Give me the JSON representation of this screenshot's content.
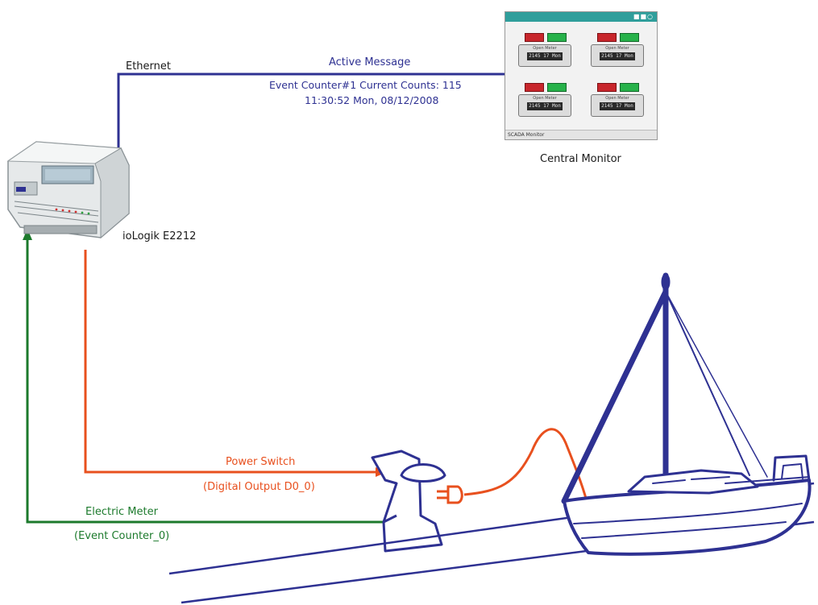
{
  "labels": {
    "active_message": "Active Message",
    "event_counter": "Event Counter#1 Current Counts: 115",
    "timestamp": "11:30:52 Mon, 08/12/2008",
    "ethernet": "Ethernet",
    "central_monitor": "Central Monitor",
    "device": "ioLogik E2212",
    "power_switch": "Power Switch",
    "digital_output": "(Digital Output D0_0)",
    "electric_meter": "Electric Meter",
    "event_counter_0": "(Event Counter_0)"
  },
  "monitor": {
    "status_bar": "SCADA Monitor",
    "meter_caption": "Open Meter",
    "meter_reading": "2145 17 Mon"
  },
  "colors": {
    "ethernet_line": "#2e3192",
    "power_switch_line": "#e8501e",
    "electric_meter_line": "#1c7a2c",
    "boat_outline": "#2e3192"
  }
}
